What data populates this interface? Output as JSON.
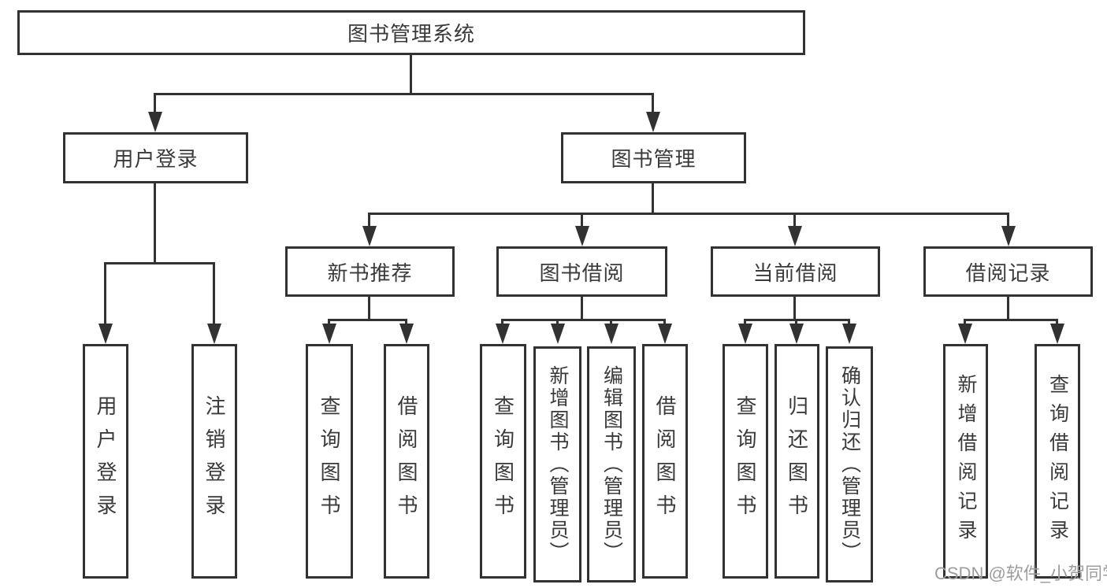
{
  "diagram_type": "hierarchy-tree",
  "tree": {
    "root": "图书管理系统",
    "branches": [
      {
        "label": "用户登录",
        "children": [
          "用户登录",
          "注销登录"
        ]
      },
      {
        "label": "图书管理",
        "groups": [
          {
            "label": "新书推荐",
            "children": [
              "查询图书",
              "借阅图书"
            ]
          },
          {
            "label": "图书借阅",
            "children": [
              "查询图书",
              "新增图书（管理员）",
              "编辑图书（管理员）",
              "借阅图书"
            ]
          },
          {
            "label": "当前借阅",
            "children": [
              "查询图书",
              "归还图书",
              "确认归还（管理员）"
            ]
          },
          {
            "label": "借阅记录",
            "children": [
              "新增借阅记录",
              "查询借阅记录"
            ]
          }
        ]
      }
    ]
  },
  "watermark": {
    "text": "CSDN @软件_小贺同学"
  },
  "colors": {
    "line": "#323232",
    "text": "#3a3a3a",
    "background": "#ffffff",
    "watermark": "#9d9d9d"
  }
}
